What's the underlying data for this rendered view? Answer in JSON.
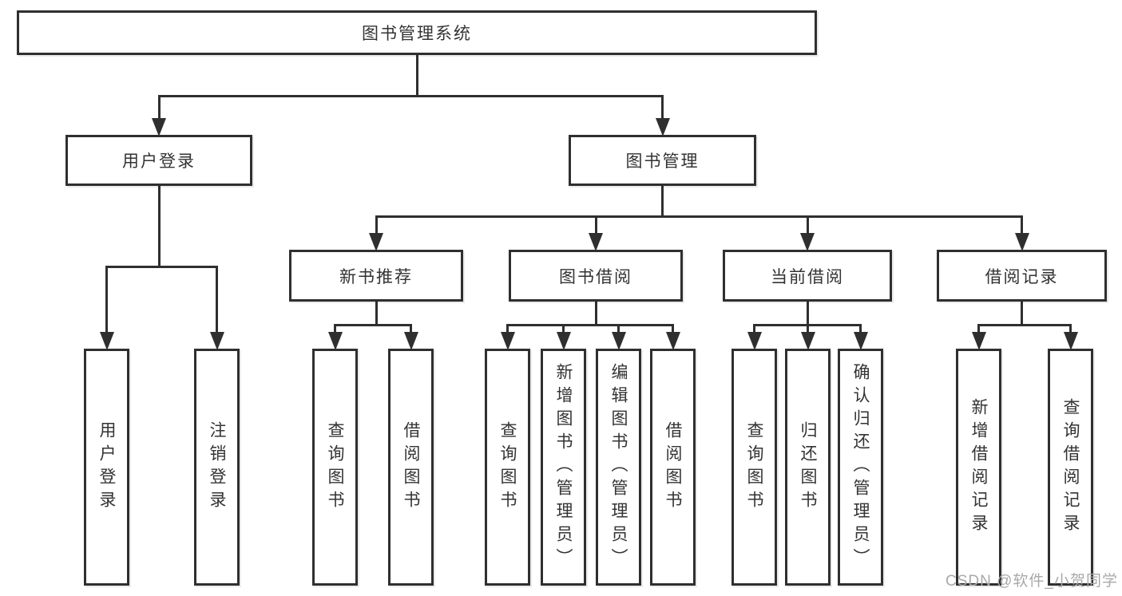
{
  "diagram": {
    "title": "图书管理系统",
    "nodes": [
      {
        "id": "root",
        "label": "图书管理系统",
        "level": 1,
        "parent": null
      },
      {
        "id": "user-login",
        "label": "用户登录",
        "level": 2,
        "parent": "root"
      },
      {
        "id": "book-management",
        "label": "图书管理",
        "level": 2,
        "parent": "root"
      },
      {
        "id": "new-book-recommendation",
        "label": "新书推荐",
        "level": 3,
        "parent": "book-management"
      },
      {
        "id": "book-borrowing",
        "label": "图书借阅",
        "level": 3,
        "parent": "book-management"
      },
      {
        "id": "current-borrowing",
        "label": "当前借阅",
        "level": 3,
        "parent": "book-management"
      },
      {
        "id": "borrowing-records",
        "label": "借阅记录",
        "level": 3,
        "parent": "book-management"
      },
      {
        "id": "leaf-user-login",
        "label": "用户登录",
        "level": 4,
        "parent": "user-login"
      },
      {
        "id": "leaf-logout",
        "label": "注销登录",
        "level": 4,
        "parent": "user-login"
      },
      {
        "id": "leaf-query-books-recommend",
        "label": "查询图书",
        "level": 4,
        "parent": "new-book-recommendation"
      },
      {
        "id": "leaf-borrow-books-recommend",
        "label": "借阅图书",
        "level": 4,
        "parent": "new-book-recommendation"
      },
      {
        "id": "leaf-query-books-borrowing",
        "label": "查询图书",
        "level": 4,
        "parent": "book-borrowing"
      },
      {
        "id": "leaf-add-books-admin",
        "label": "新增图书（管理员）",
        "level": 4,
        "parent": "book-borrowing"
      },
      {
        "id": "leaf-edit-books-admin",
        "label": "编辑图书（管理员）",
        "level": 4,
        "parent": "book-borrowing"
      },
      {
        "id": "leaf-borrow-books-borrowing",
        "label": "借阅图书",
        "level": 4,
        "parent": "book-borrowing"
      },
      {
        "id": "leaf-query-books-current",
        "label": "查询图书",
        "level": 4,
        "parent": "current-borrowing"
      },
      {
        "id": "leaf-return-books",
        "label": "归还图书",
        "level": 4,
        "parent": "current-borrowing"
      },
      {
        "id": "leaf-confirm-return-admin",
        "label": "确认归还（管理员）",
        "level": 4,
        "parent": "current-borrowing"
      },
      {
        "id": "leaf-add-borrow-record",
        "label": "新增借阅记录",
        "level": 4,
        "parent": "borrowing-records"
      },
      {
        "id": "leaf-query-borrow-record",
        "label": "查询借阅记录",
        "level": 4,
        "parent": "borrowing-records"
      }
    ]
  },
  "watermark": {
    "text": "CSDN @软件_小贺同学"
  },
  "colors": {
    "line": "#2f2f2f",
    "box_border": "#2f2f2f",
    "box_background": "#ffffff",
    "text_color": "#333333",
    "watermark_color": "#a9a9a9",
    "background": "#ffffff"
  }
}
